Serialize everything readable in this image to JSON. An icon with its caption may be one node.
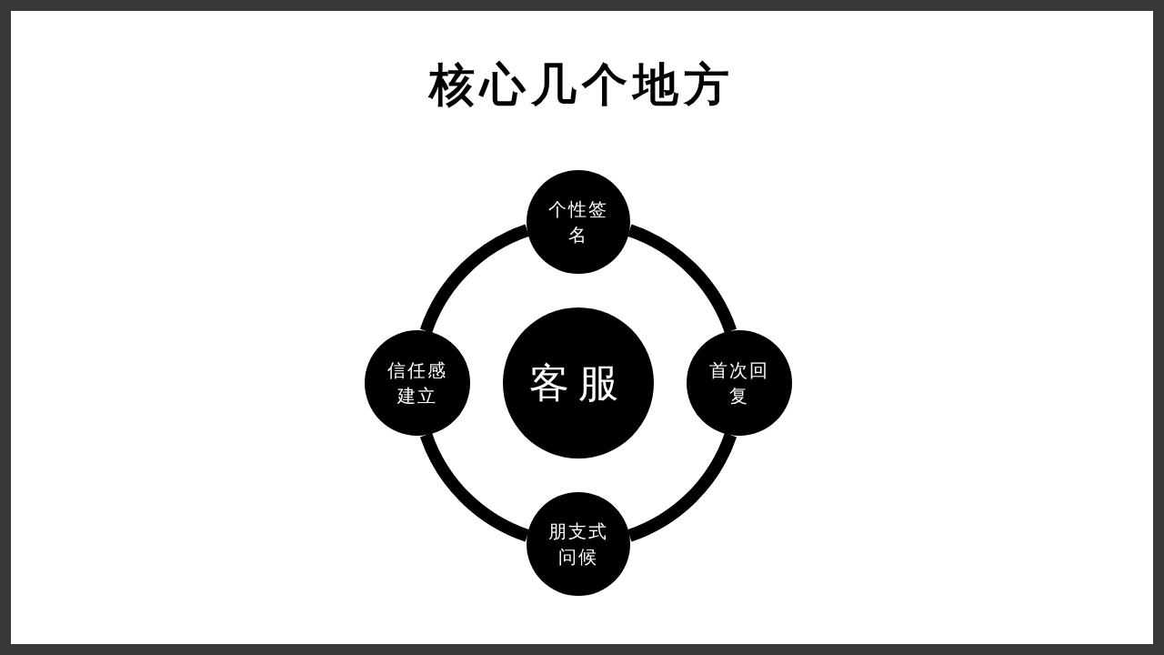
{
  "diagram": {
    "title": "核心几个地方",
    "nodes": [
      {
        "text": [
          "客服"
        ]
      },
      {
        "text": [
          "个性签名"
        ]
      },
      {
        "text": [
          "首次回复"
        ]
      },
      {
        "text": [
          "朋支式问候"
        ]
      },
      {
        "text": [
          "信任感建立"
        ]
      }
    ],
    "edges": [
      {
        "from": 1,
        "to": 2,
        "arrow": "none"
      },
      {
        "from": 2,
        "to": 3,
        "arrow": "none"
      },
      {
        "from": 3,
        "to": 4,
        "arrow": "none"
      },
      {
        "from": 4,
        "to": 1,
        "arrow": "none"
      }
    ]
  }
}
